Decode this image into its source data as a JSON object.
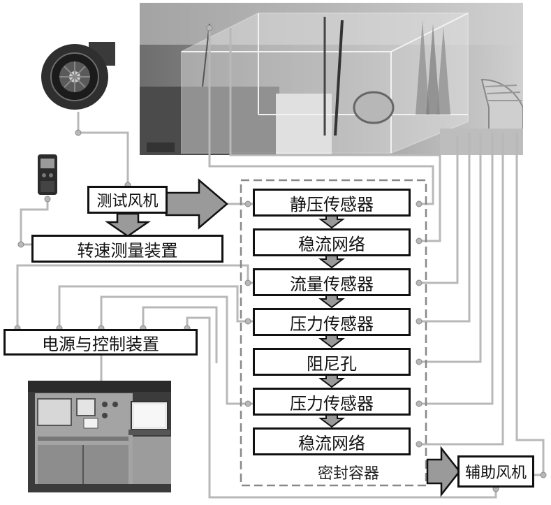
{
  "diagram": {
    "fan_under_test": "测试风机",
    "speed_measurement": "转速测量装置",
    "power_control": "电源与控制装置",
    "sealed_container": "密封容器",
    "auxiliary_fan": "辅助风机",
    "chain": [
      "静压传感器",
      "稳流网络",
      "流量传感器",
      "压力传感器",
      "阻尼孔",
      "压力传感器",
      "稳流网络"
    ]
  },
  "photos": {
    "chamber": "test-chamber-photo",
    "fan": "centrifugal-fan-photo",
    "tachometer": "tachometer-photo",
    "cabinet": "control-cabinet-photo"
  },
  "colors": {
    "wire": "#b8b8b8",
    "box_border": "#111111",
    "arrow_fill": "#999999",
    "dashed_border": "#888888"
  }
}
